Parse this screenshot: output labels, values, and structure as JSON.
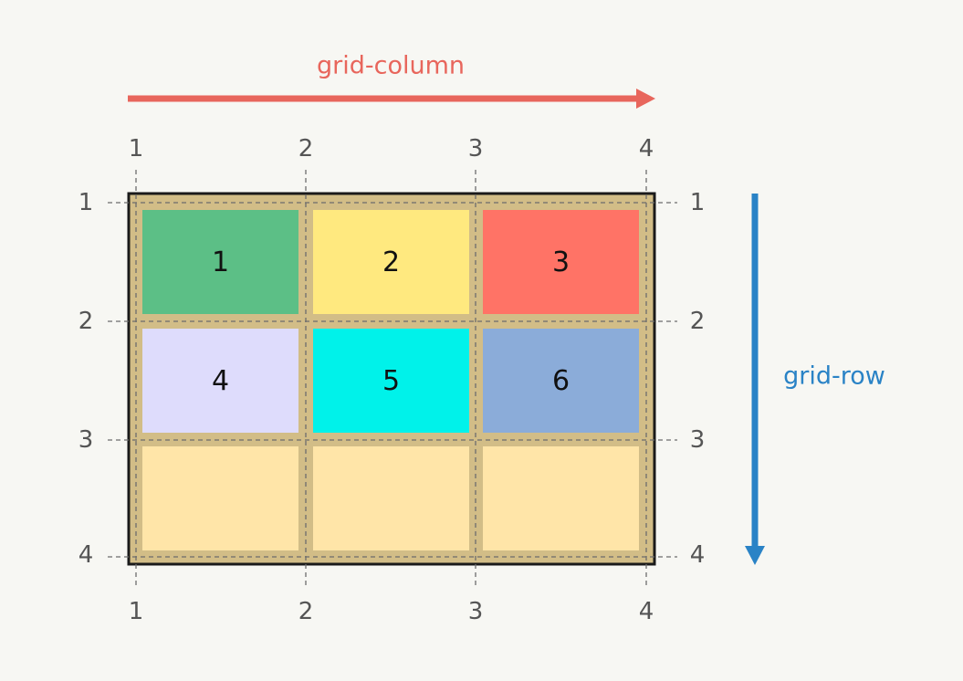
{
  "labels": {
    "column_axis": "grid-column",
    "row_axis": "grid-row"
  },
  "colors": {
    "column_axis": "#e8665c",
    "row_axis": "#2a83c6",
    "container_fill": "#d2bd87",
    "container_border": "#1a1a1a",
    "grid_line": "#6d6d6d",
    "line_number": "#555555"
  },
  "column_lines": {
    "top": [
      "1",
      "2",
      "3",
      "4"
    ],
    "bottom": [
      "1",
      "2",
      "3",
      "4"
    ]
  },
  "row_lines": {
    "left": [
      "1",
      "2",
      "3",
      "4"
    ],
    "right": [
      "1",
      "2",
      "3",
      "4"
    ]
  },
  "items": [
    {
      "label": "1",
      "color": "#5cbf86"
    },
    {
      "label": "2",
      "color": "#ffe97f"
    },
    {
      "label": "3",
      "color": "#ff7366"
    },
    {
      "label": "4",
      "color": "#dedcfc"
    },
    {
      "label": "5",
      "color": "#00f2ea"
    },
    {
      "label": "6",
      "color": "#8bacd9"
    },
    {
      "label": "",
      "color": "#ffe5a8"
    },
    {
      "label": "",
      "color": "#ffe5a8"
    },
    {
      "label": "",
      "color": "#ffe5a8"
    }
  ]
}
